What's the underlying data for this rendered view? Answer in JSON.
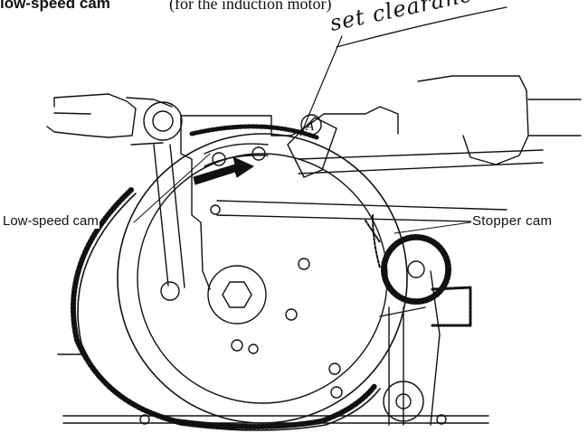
{
  "header": {
    "bold_text": "low-speed cam",
    "serif_text": "(for the induction motor)"
  },
  "annotation": {
    "handwritten": "set clearance"
  },
  "labels": {
    "low_speed_cam": "Low-speed cam",
    "stopper_cam": "Stopper cam",
    "marker_a": "A"
  },
  "colors": {
    "ink": "#111111",
    "background": "#ffffff"
  }
}
